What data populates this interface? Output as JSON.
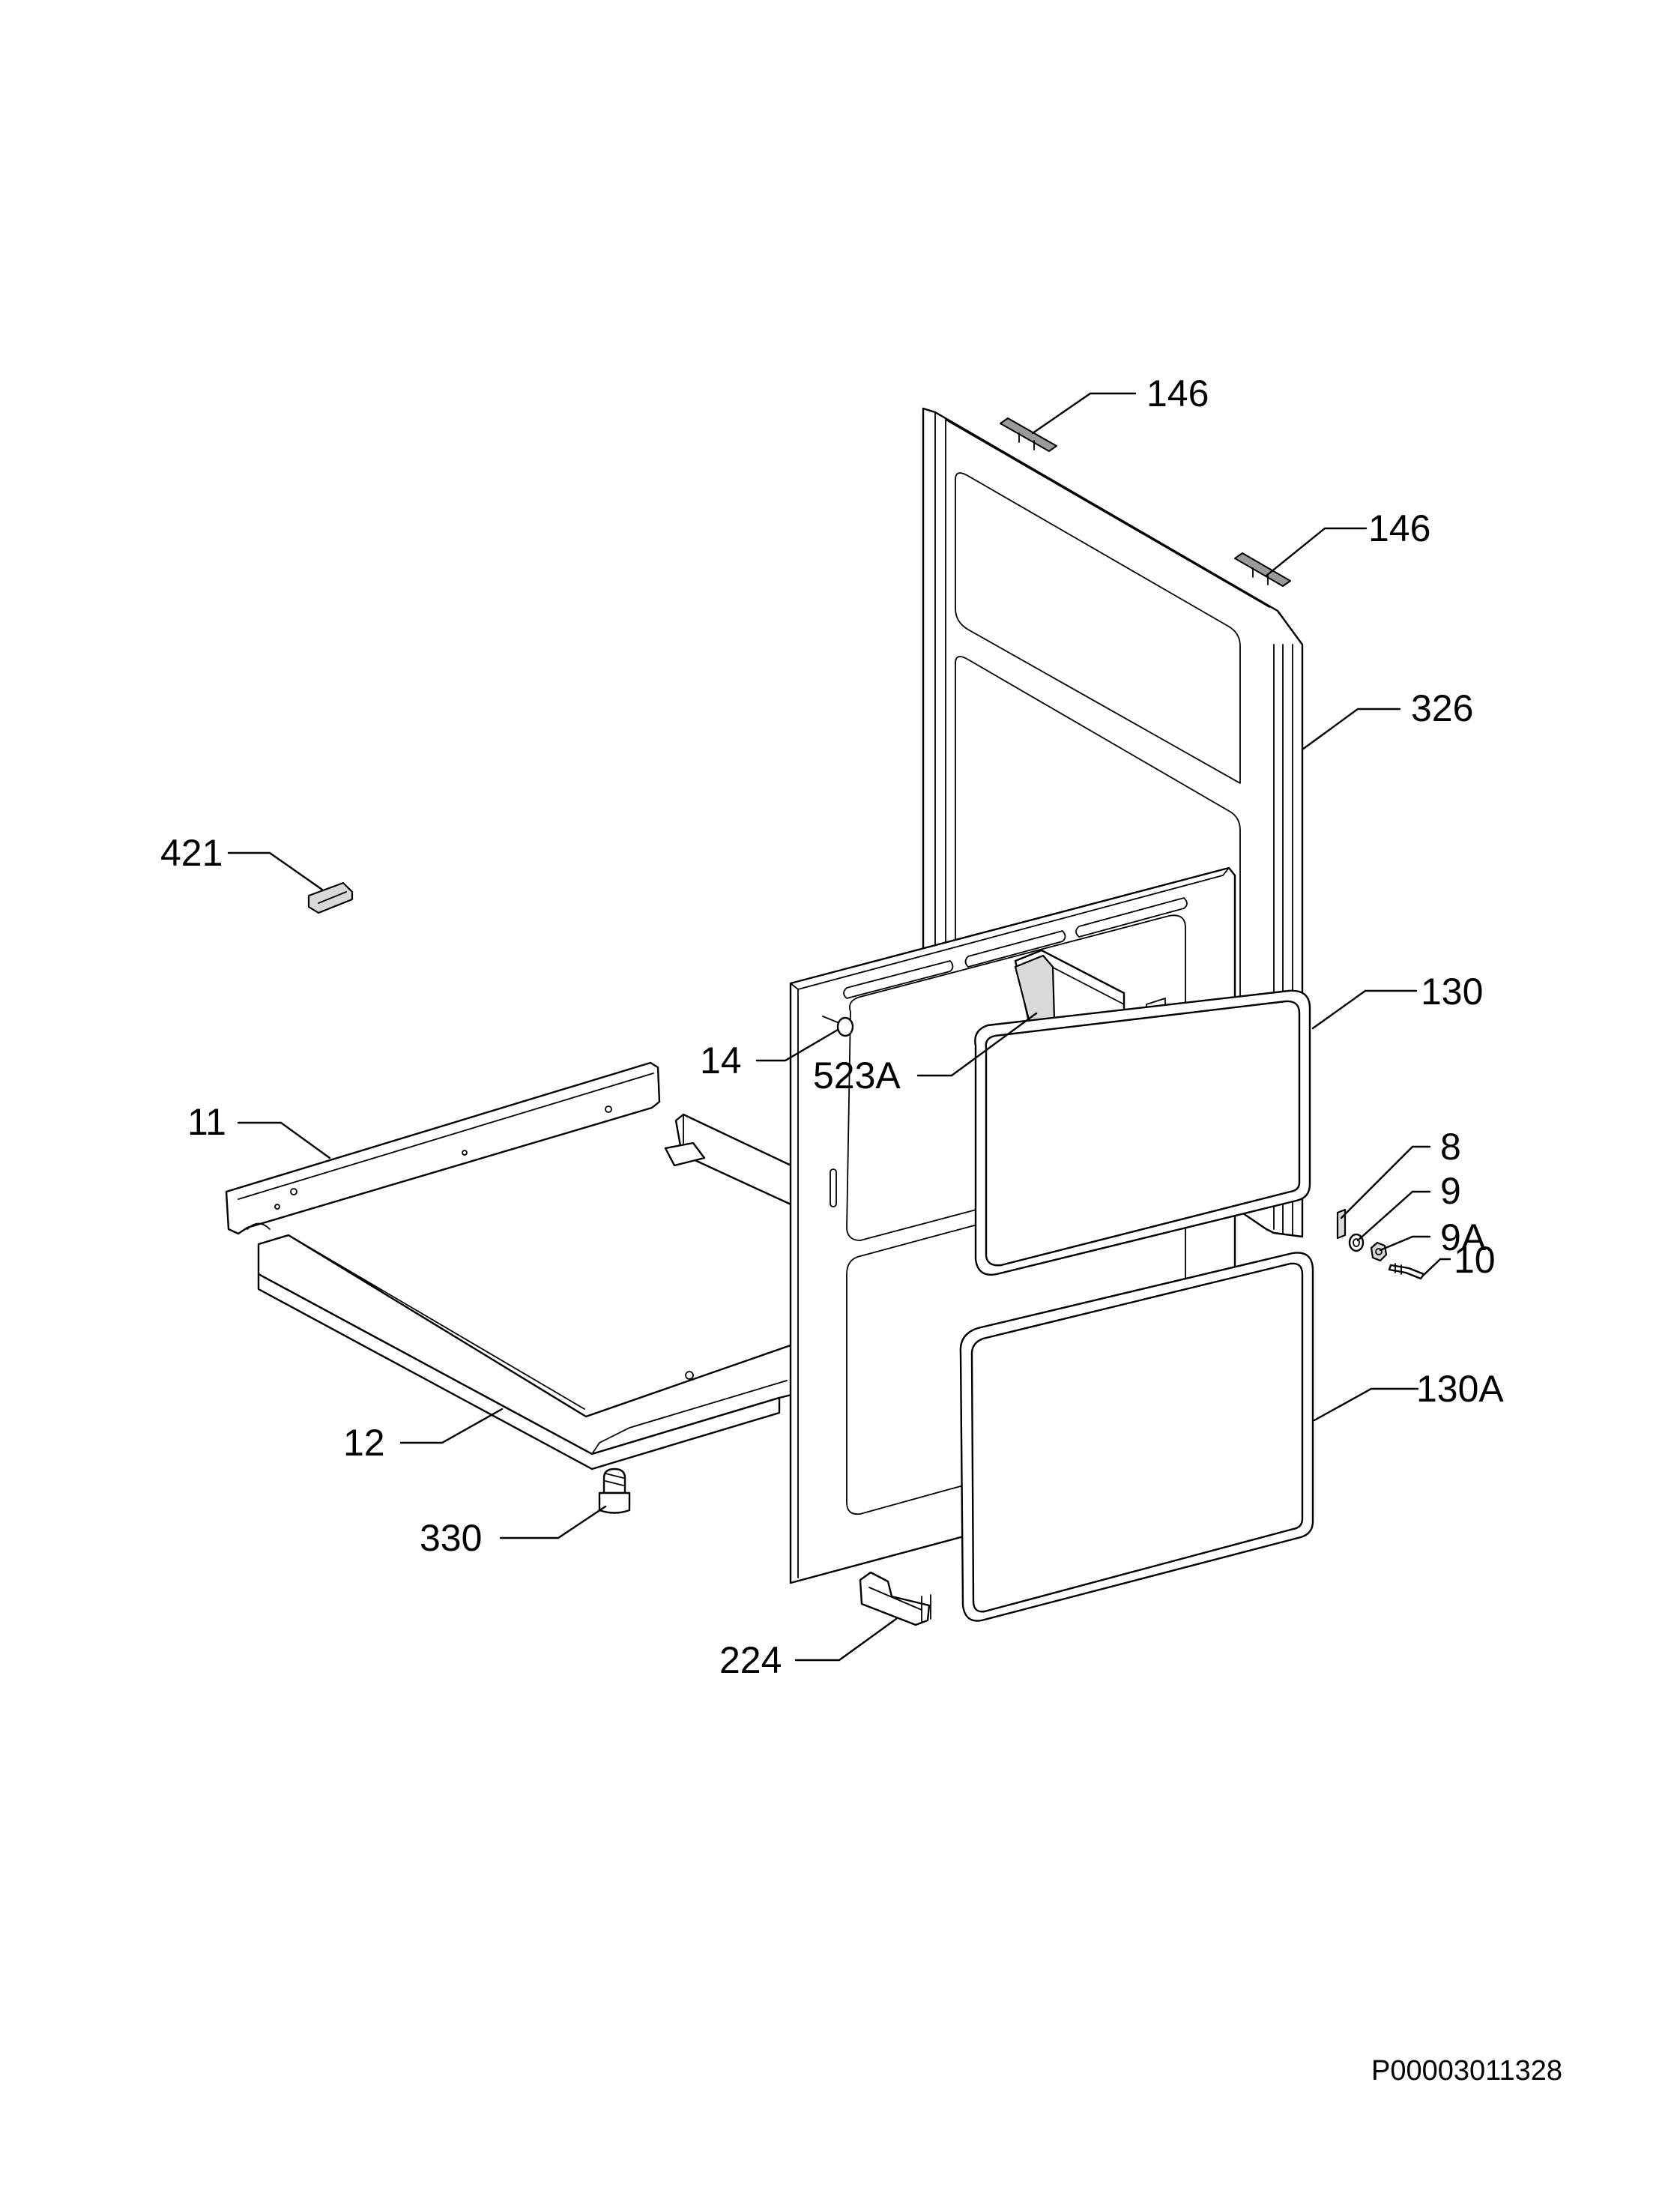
{
  "callouts": {
    "c146a": "146",
    "c146b": "146",
    "c326": "326",
    "c421": "421",
    "c130": "130",
    "c14": "14",
    "c523a": "523A",
    "c11": "11",
    "c8": "8",
    "c9": "9",
    "c9a": "9A",
    "c10": "10",
    "c130a": "130A",
    "c12": "12",
    "c330": "330",
    "c224": "224"
  },
  "drawing_reference": "P00003011328"
}
